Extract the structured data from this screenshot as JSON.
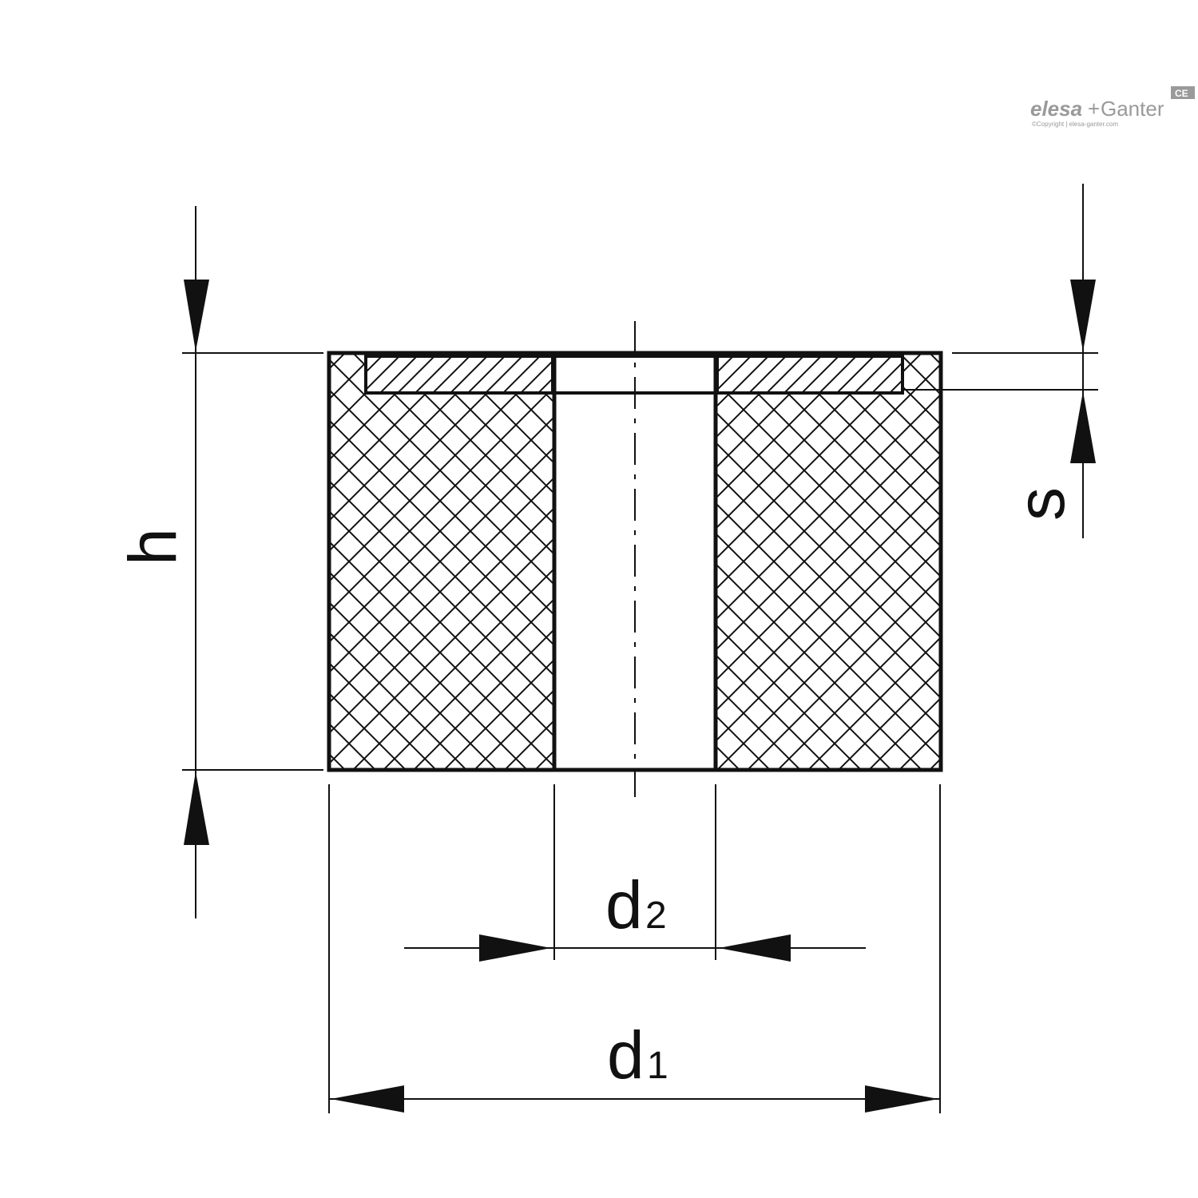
{
  "logo": {
    "brand_a": "elesa",
    "brand_plus": "+",
    "brand_b": "Ganter",
    "mark": "CE",
    "copyright": "©Copyright | elesa-ganter.com"
  },
  "dimensions": {
    "h": "h",
    "s": "s",
    "d2_base": "d",
    "d2_sub": "2",
    "d1_base": "d",
    "d1_sub": "1"
  },
  "colors": {
    "line": "#111111",
    "logo": "#9a9a9a",
    "background": "#ffffff"
  }
}
